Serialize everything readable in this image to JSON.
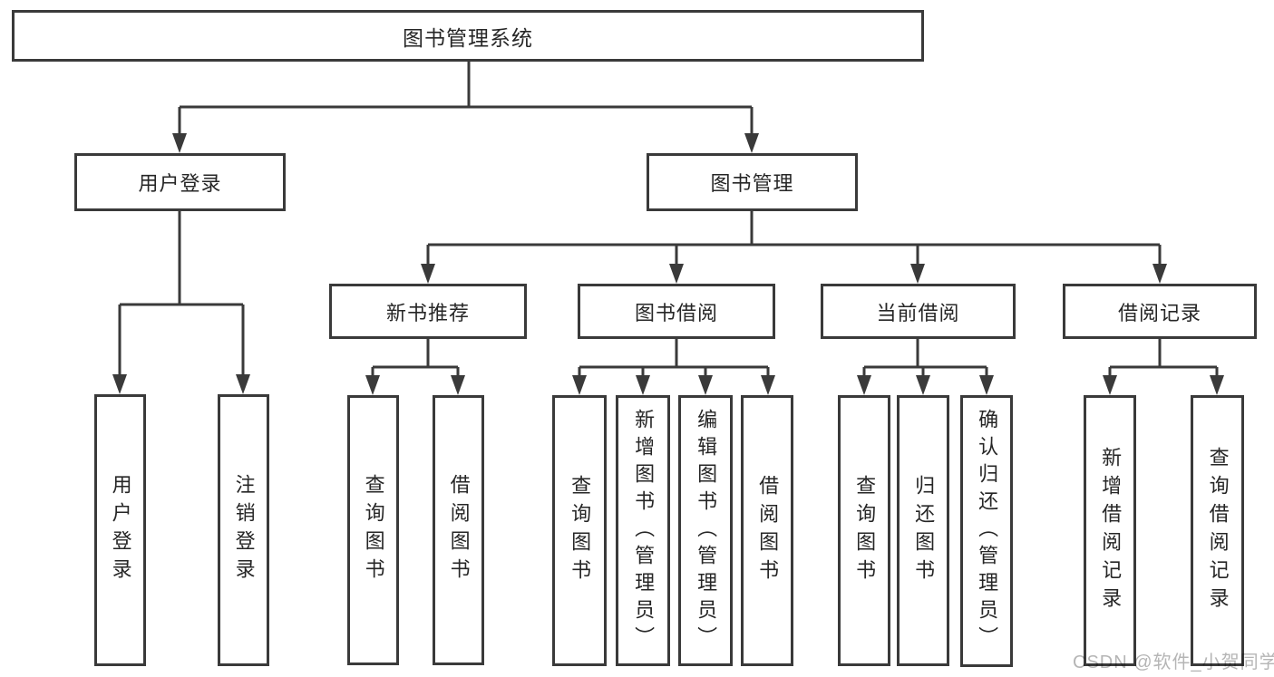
{
  "diagram_title": "图书管理系统",
  "tree": {
    "label": "图书管理系统",
    "children": [
      {
        "label": "用户登录",
        "children": [
          {
            "label": "用户登录"
          },
          {
            "label": "注销登录"
          }
        ]
      },
      {
        "label": "图书管理",
        "children": [
          {
            "label": "新书推荐",
            "children": [
              {
                "label": "查询图书"
              },
              {
                "label": "借阅图书"
              }
            ]
          },
          {
            "label": "图书借阅",
            "children": [
              {
                "label": "查询图书"
              },
              {
                "label": "新增图书（管理员）"
              },
              {
                "label": "编辑图书（管理员）"
              },
              {
                "label": "借阅图书"
              }
            ]
          },
          {
            "label": "当前借阅",
            "children": [
              {
                "label": "查询图书"
              },
              {
                "label": "归还图书"
              },
              {
                "label": "确认归还（管理员）"
              }
            ]
          },
          {
            "label": "借阅记录",
            "children": [
              {
                "label": "新增借阅记录"
              },
              {
                "label": "查询借阅记录"
              }
            ]
          }
        ]
      }
    ]
  },
  "watermark": "CSDN @软件_小贺同学",
  "colors": {
    "line": "#3a3a3a",
    "box_border": "#3a3a3a",
    "text": "#262626",
    "watermark": "#b5b5b5",
    "background": "#ffffff"
  }
}
